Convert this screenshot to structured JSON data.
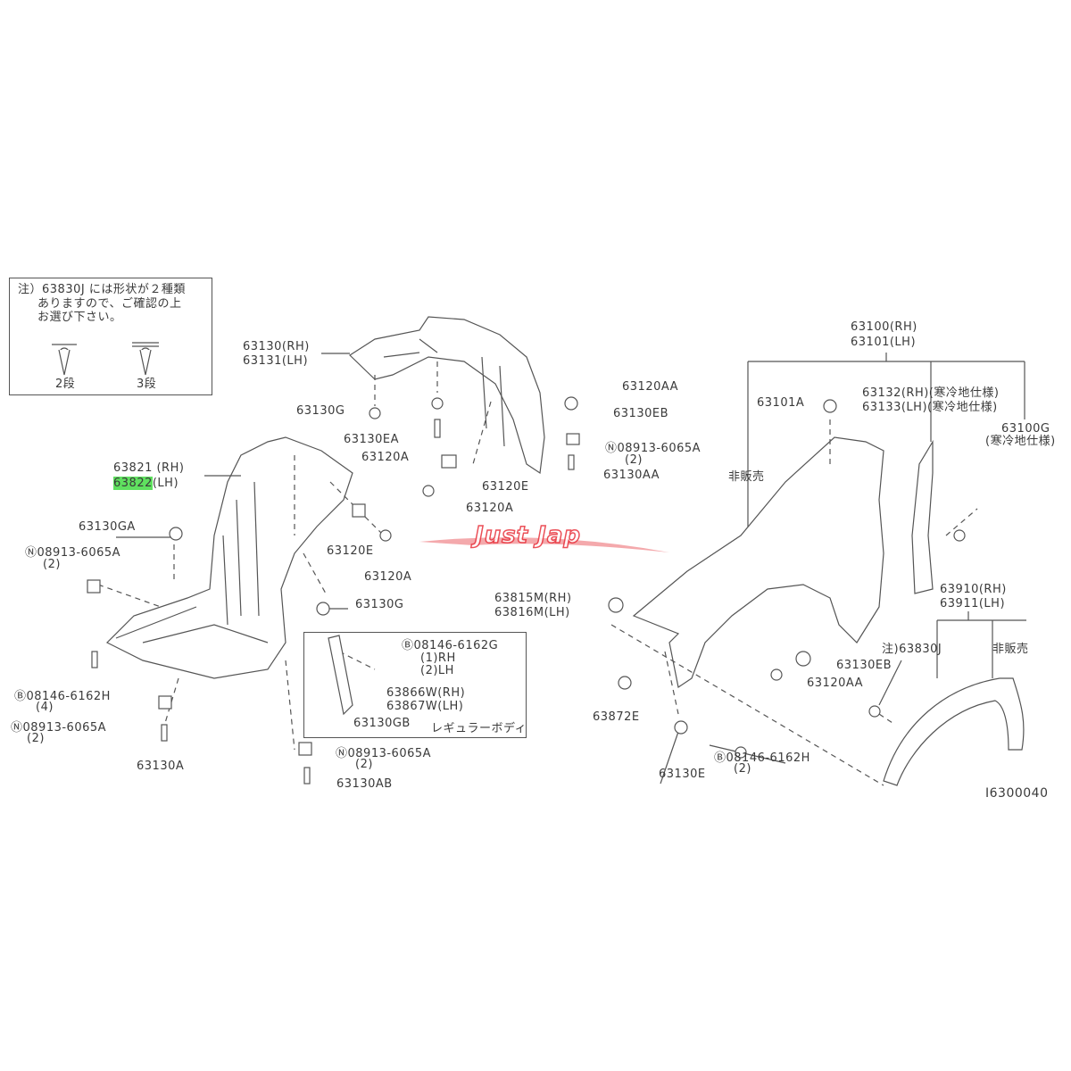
{
  "note": {
    "line1": "注）63830J には形状が２種類",
    "line2": "ありますので、ご確認の上",
    "line3": "お選び下さい。",
    "clip_a": "2段",
    "clip_b": "3段"
  },
  "labels": {
    "l63130": "63130(RH)",
    "l63131": "63131(LH)",
    "l63130G_1": "63130G",
    "l63130EA": "63130EA",
    "l63120A_1": "63120A",
    "l63120E_1": "63120E",
    "l63120A_2": "63120A",
    "l63120AA_1": "63120AA",
    "l63130EB_1": "63130EB",
    "n08913_1": "Ⓝ08913-6065A",
    "n08913_1q": "(2)",
    "l63130AA": "63130AA",
    "l63821": "63821 (RH)",
    "l63822": "63822",
    "l63822s": "(LH)",
    "l63130GA": "63130GA",
    "n08913_2": "Ⓝ08913-6065A",
    "n08913_2q": "(2)",
    "l63120E_2": "63120E",
    "l63120A_3": "63120A",
    "l63130G_2": "63130G",
    "b08146G": "Ⓑ08146-6162G",
    "b08146Gq1": "(1)RH",
    "b08146Gq2": "(2)LH",
    "l63866W": "63866W(RH)",
    "l63867W": "63867W(LH)",
    "l63130GB": "63130GB",
    "regular": "レギュラーボディ",
    "b08146H_1": "Ⓑ08146-6162H",
    "b08146H_1q": "(4)",
    "n08913_3": "Ⓝ08913-6065A",
    "n08913_3q": "(2)",
    "l63130A": "63130A",
    "n08913_4": "Ⓝ08913-6065A",
    "n08913_4q": "(2)",
    "l63130AB": "63130AB",
    "l63100": "63100(RH)",
    "l63101": "63101(LH)",
    "l63101A": "63101A",
    "l63132": "63132(RH)(寒冷地仕様)",
    "l63133": "63133(LH)(寒冷地仕様)",
    "l63100G": "63100G",
    "l63100Gs": "(寒冷地仕様)",
    "nonsale_1": "非販売",
    "l63815M": "63815M(RH)",
    "l63816M": "63816M(LH)",
    "l63130EB_2": "63130EB",
    "l63120AA_2": "63120AA",
    "l63910": "63910(RH)",
    "l63911": "63911(LH)",
    "l63830J": "注)63830J",
    "nonsale_2": "非販売",
    "l63872E": "63872E",
    "b08146H_2": "Ⓑ08146-6162H",
    "b08146H_2q": "(2)",
    "l63130E": "63130E",
    "diagram_id": "I6300040"
  },
  "logo": {
    "text": "Just Jap",
    "color": "#e8323c"
  },
  "highlight_color": "#5fe05f"
}
